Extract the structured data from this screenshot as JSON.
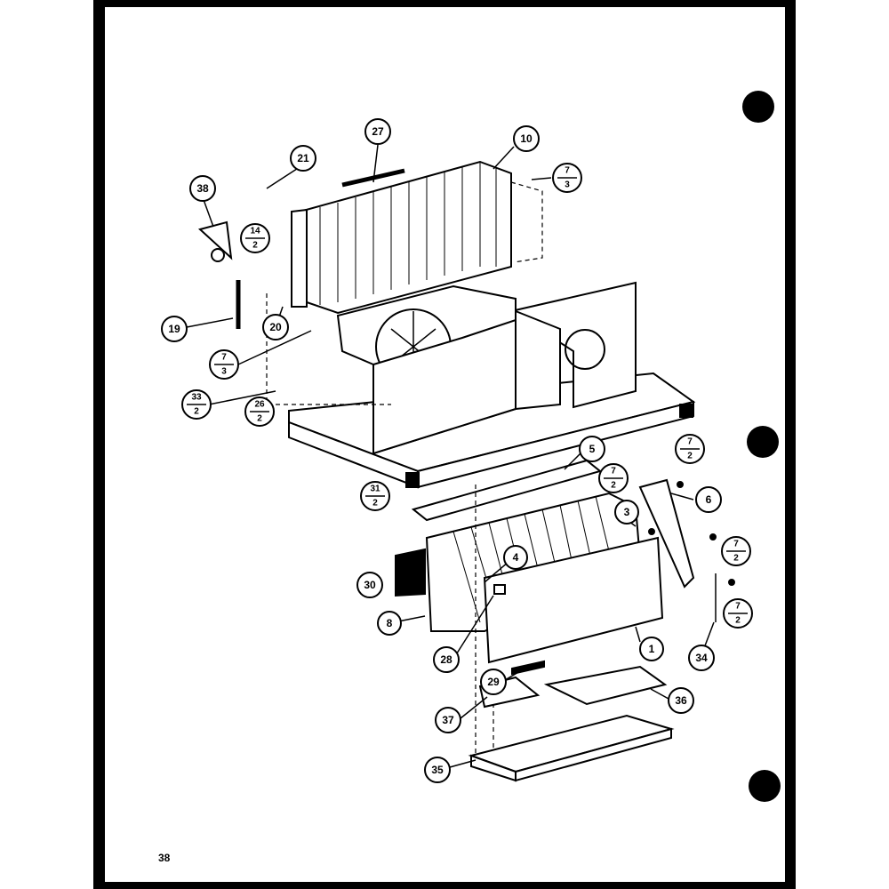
{
  "page_number": "38",
  "callouts": [
    {
      "id": "27",
      "label": "27"
    },
    {
      "id": "10",
      "label": "10"
    },
    {
      "id": "21",
      "label": "21"
    },
    {
      "id": "38",
      "label": "38"
    },
    {
      "id": "19",
      "label": "19"
    },
    {
      "id": "20",
      "label": "20"
    },
    {
      "id": "5",
      "label": "5"
    },
    {
      "id": "6",
      "label": "6"
    },
    {
      "id": "3",
      "label": "3"
    },
    {
      "id": "4",
      "label": "4"
    },
    {
      "id": "30",
      "label": "30"
    },
    {
      "id": "8",
      "label": "8"
    },
    {
      "id": "28",
      "label": "28"
    },
    {
      "id": "1",
      "label": "1"
    },
    {
      "id": "34",
      "label": "34"
    },
    {
      "id": "29",
      "label": "29"
    },
    {
      "id": "36",
      "label": "36"
    },
    {
      "id": "37",
      "label": "37"
    },
    {
      "id": "35",
      "label": "35"
    }
  ],
  "fractions": [
    {
      "id": "7-3-top",
      "num": "7",
      "den": "3"
    },
    {
      "id": "14-2",
      "num": "14",
      "den": "2"
    },
    {
      "id": "7-3-left",
      "num": "7",
      "den": "3"
    },
    {
      "id": "33-2",
      "num": "33",
      "den": "2"
    },
    {
      "id": "26-2",
      "num": "26",
      "den": "2"
    },
    {
      "id": "7-2-a",
      "num": "7",
      "den": "2"
    },
    {
      "id": "7-2-b",
      "num": "7",
      "den": "2"
    },
    {
      "id": "31-2",
      "num": "31",
      "den": "2"
    },
    {
      "id": "7-2-c",
      "num": "7",
      "den": "2"
    },
    {
      "id": "7-2-d",
      "num": "7",
      "den": "2"
    }
  ]
}
